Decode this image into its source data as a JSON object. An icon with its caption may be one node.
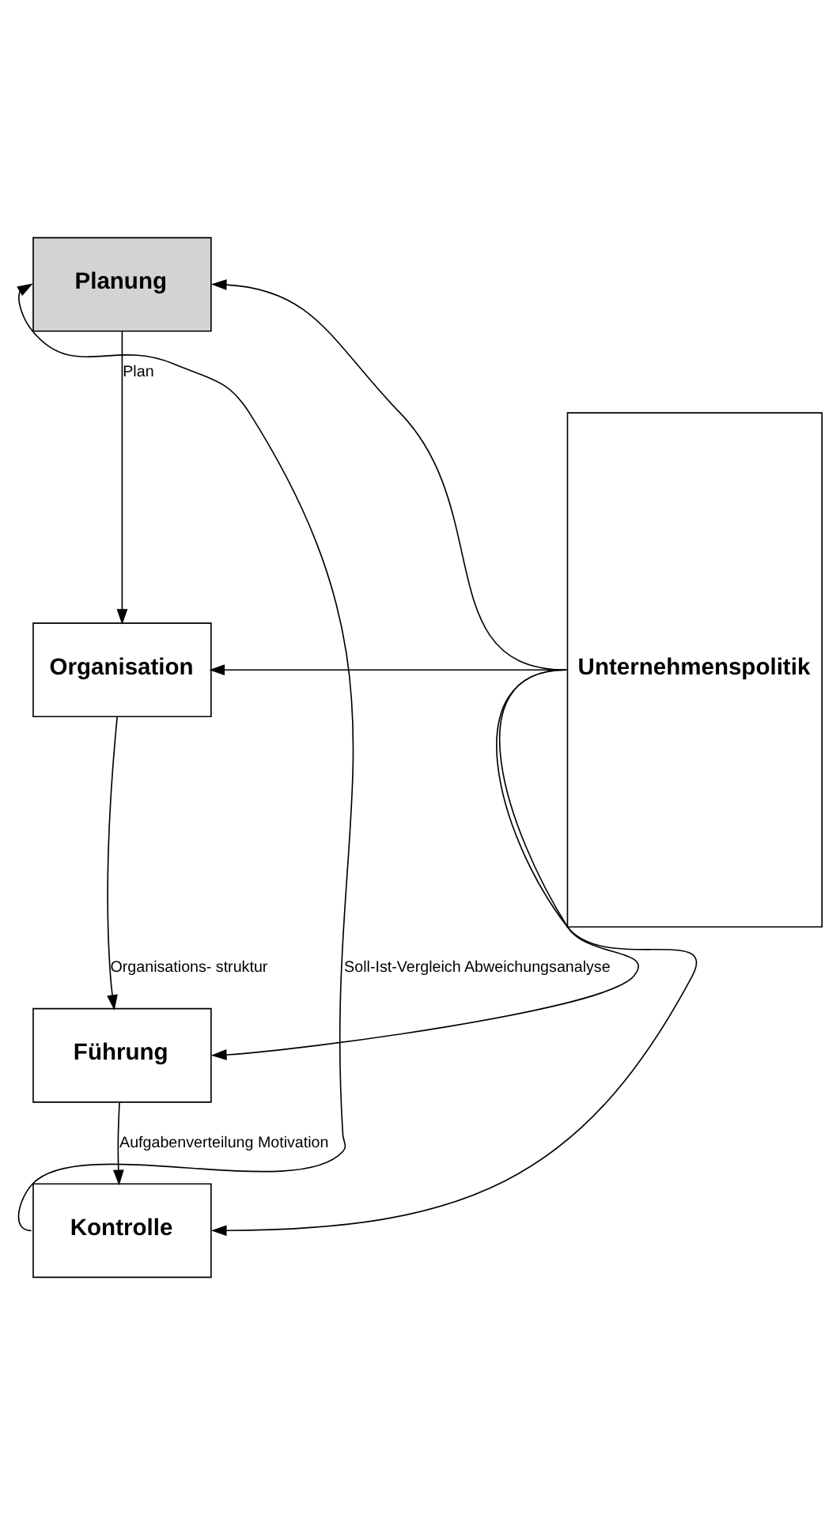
{
  "diagram": {
    "nodes": [
      {
        "text": [
          "Planung"
        ]
      },
      {
        "text": [
          "Organisation"
        ]
      },
      {
        "text": [
          "Führung"
        ]
      },
      {
        "text": [
          "Kontrolle"
        ]
      },
      {
        "text": [
          "Unternehmenspolitik"
        ]
      }
    ],
    "edges": [
      {
        "from": 0,
        "to": 1,
        "arrow": "to",
        "label": "Plan"
      },
      {
        "from": 1,
        "to": 2,
        "arrow": "to",
        "label": "Organisations- struktur"
      },
      {
        "from": 2,
        "to": 3,
        "arrow": "to",
        "label": "Aufgabenverteilung Motivation"
      },
      {
        "from": 3,
        "to": 0,
        "arrow": "to",
        "label": "Soll-Ist-Vergleich Abweichungsanalyse"
      },
      {
        "from": 4,
        "to": 0,
        "arrow": "to"
      },
      {
        "from": 4,
        "to": 1,
        "arrow": "to"
      },
      {
        "from": 4,
        "to": 2,
        "arrow": "to"
      },
      {
        "from": 4,
        "to": 3,
        "arrow": "to"
      }
    ]
  }
}
